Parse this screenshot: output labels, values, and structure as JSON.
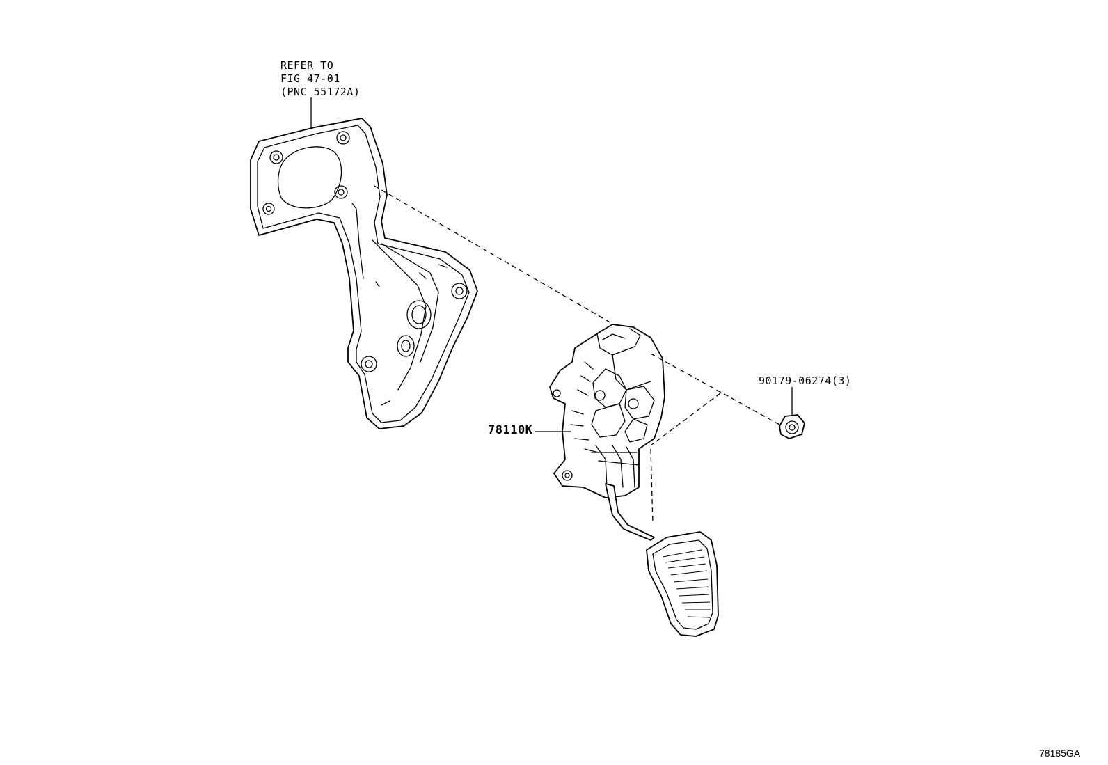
{
  "diagram": {
    "refer_note_lines": [
      "REFER TO",
      "FIG 47-01",
      "(PNC 55172A)"
    ],
    "callouts": [
      {
        "part_number": "78110K",
        "target": "accelerator pedal assembly"
      },
      {
        "part_number": "90179-06274(3)",
        "target": "nut"
      }
    ],
    "figure_id": "78185GA"
  }
}
